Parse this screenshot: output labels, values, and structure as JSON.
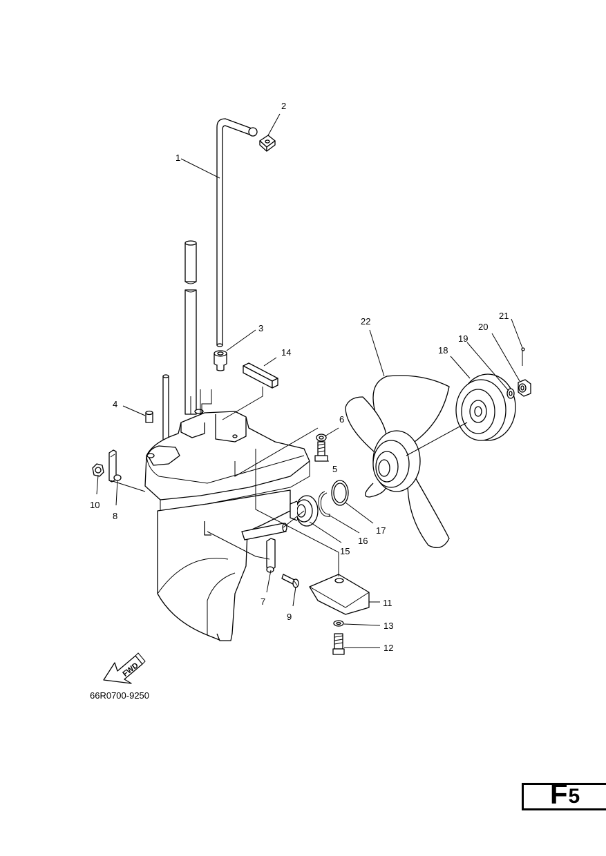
{
  "diagram": {
    "drawing_code": "66R0700-9250",
    "direction_label": "FWD",
    "page_badge": {
      "letter": "F",
      "number": "5"
    },
    "callouts": [
      "1",
      "2",
      "3",
      "4",
      "5",
      "6",
      "7",
      "8",
      "9",
      "10",
      "11",
      "12",
      "13",
      "14",
      "15",
      "16",
      "17",
      "18",
      "19",
      "20",
      "21",
      "22"
    ]
  }
}
